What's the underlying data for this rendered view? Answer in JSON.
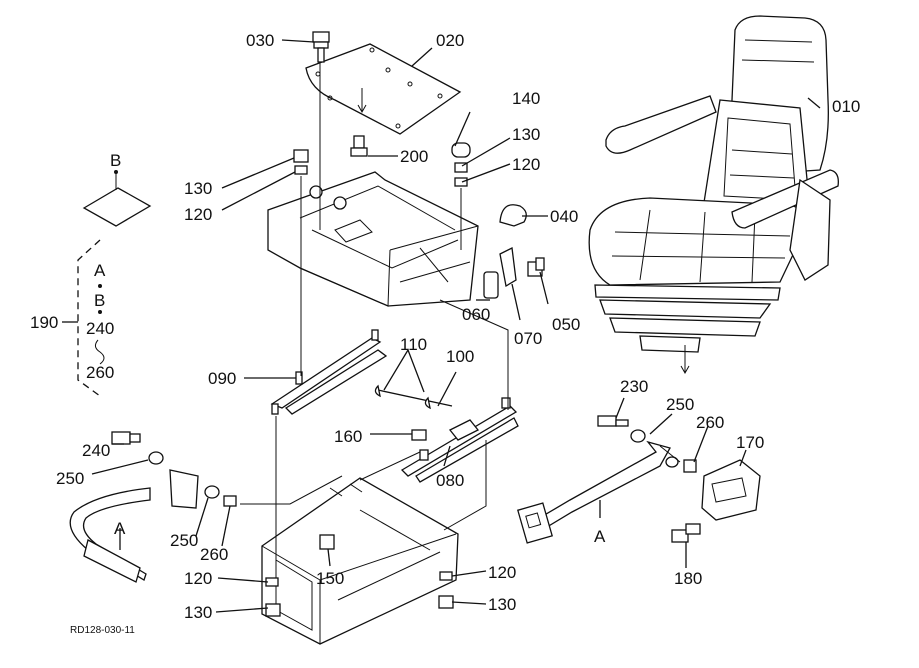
{
  "diagram": {
    "drawing_code": "RD128-030-11",
    "callouts": {
      "p010": "010",
      "p020": "020",
      "p030": "030",
      "p040": "040",
      "p050": "050",
      "p060": "060",
      "p070": "070",
      "p080": "080",
      "p090": "090",
      "p100": "100",
      "p110": "110",
      "p120_a": "120",
      "p120_b": "120",
      "p120_c": "120",
      "p120_d": "120",
      "p130_a": "130",
      "p130_b": "130",
      "p130_c": "130",
      "p130_d": "130",
      "p140": "140",
      "p150": "150",
      "p160": "160",
      "p170": "170",
      "p180": "180",
      "p190": "190",
      "p200": "200",
      "p230": "230",
      "p240_a": "240",
      "p240_b": "240",
      "p250_a": "250",
      "p250_b": "250",
      "p250_c": "250",
      "p260_a": "260",
      "p260_b": "260",
      "p260_c": "260"
    },
    "key_letters": {
      "a1": "A",
      "a2": "A",
      "a3": "A",
      "b1": "B",
      "b2": "B"
    }
  }
}
